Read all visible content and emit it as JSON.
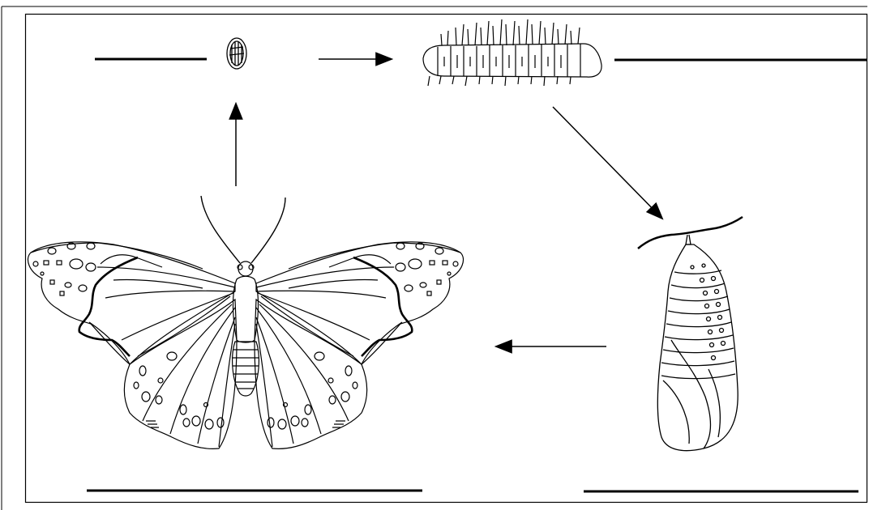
{
  "diagram": {
    "stages": [
      {
        "name": "egg",
        "label": ""
      },
      {
        "name": "larva",
        "label": ""
      },
      {
        "name": "pupa",
        "label": ""
      },
      {
        "name": "adult",
        "label": ""
      }
    ],
    "cycle_order": [
      "egg",
      "larva",
      "pupa",
      "adult"
    ],
    "colors": {
      "line": "#000000",
      "background": "#ffffff"
    }
  }
}
